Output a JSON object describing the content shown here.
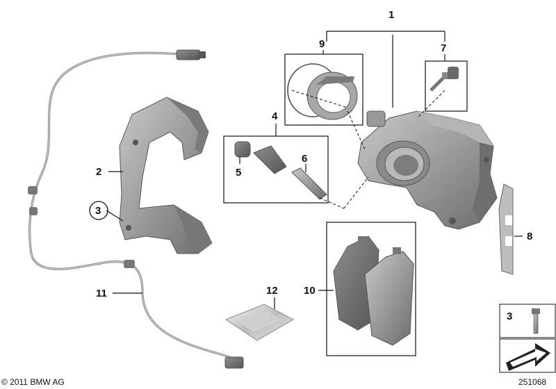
{
  "labels": {
    "n1": "1",
    "n2": "2",
    "n3": "3",
    "n4": "4",
    "n5": "5",
    "n6": "6",
    "n7": "7",
    "n8": "8",
    "n9": "9",
    "n10": "10",
    "n11": "11",
    "n12": "12",
    "legend_3": "3"
  },
  "footer": {
    "copyright": "© 2011 BMW AG",
    "diagram_id": "251068"
  },
  "colors": {
    "part_fill": "#9a9a9a",
    "part_dark": "#6f6f6f",
    "part_light": "#c8c8c8",
    "line": "#111111"
  }
}
